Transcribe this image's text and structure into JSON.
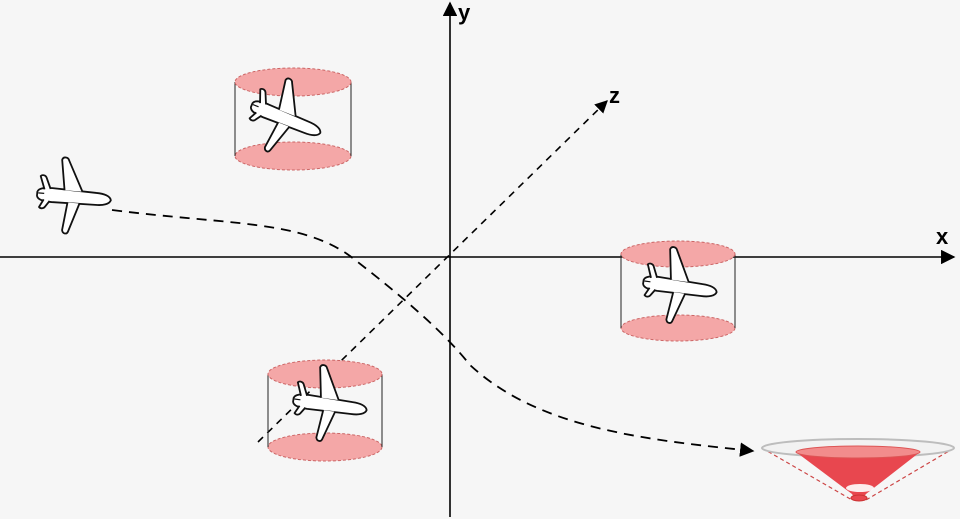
{
  "axes": {
    "x_label": "x",
    "y_label": "y",
    "z_label": "z"
  },
  "colors": {
    "background": "#f6f6f6",
    "axis": "#000000",
    "cylinder_fill": "#f4a7a7",
    "cone_fill": "#e8474f",
    "cone_rim": "#bdbdbd"
  },
  "icons": {
    "aircraft": "airplane-icon",
    "holding_zone": "cylinder-zone",
    "landing_funnel": "cone-funnel"
  }
}
